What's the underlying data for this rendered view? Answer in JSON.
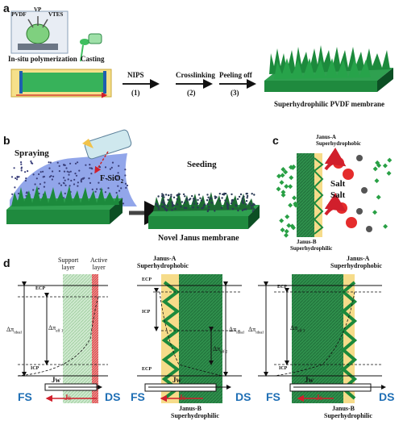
{
  "panel_a": {
    "label": "a",
    "chemicals": [
      "PVDF",
      "VP",
      "VTES"
    ],
    "polymerization": "In-situ polymerization",
    "casting": "Casting",
    "caption": "Superhydrophilic PVDF membrane",
    "steps": [
      {
        "name": "NIPS",
        "num": "(1)"
      },
      {
        "name": "Crosslinking",
        "num": "(2)"
      },
      {
        "name": "Peeling off",
        "num": "(3)"
      }
    ]
  },
  "panel_b": {
    "label": "b",
    "spraying": "Spraying",
    "fsio2": "F-SiO",
    "fsio2_sub": "2",
    "seeding": "Seeding",
    "caption": "Novel  Janus membrane"
  },
  "panel_c": {
    "label": "c",
    "janus_a": "Janus-A",
    "superhydrophobic": "Superhydrophobic",
    "janus_b": "Janus-B",
    "superhydrophilic": "Superhydrophilic",
    "salt": "Salt"
  },
  "panel_d": {
    "label": "d",
    "support_layer": "Support\nlayer",
    "active_layer": "Active\nlayer",
    "janus_a": "Janus-A",
    "superhydrophobic": "Superhydrophobic",
    "janus_b": "Janus-B",
    "superhydrophilic": "Superhydrophilic",
    "ecp": "ECP",
    "icp": "ICP",
    "delta_ideal": "Δπ",
    "ideal_sub": "ideal",
    "delta_eff": "Δπ",
    "eff_subs": [
      "eff 1",
      "eff 2",
      "eff 3"
    ],
    "jw": "Jw",
    "js": "Js",
    "fs": "FS",
    "ds": "DS"
  },
  "colors": {
    "membrane_green": "#2e9e4f",
    "dark_green": "#106a2e",
    "active_red": "#e0455a",
    "yellow": "#f6dc8a",
    "blue_label": "#1f6fb5",
    "red_arrow": "#d11f2c"
  }
}
